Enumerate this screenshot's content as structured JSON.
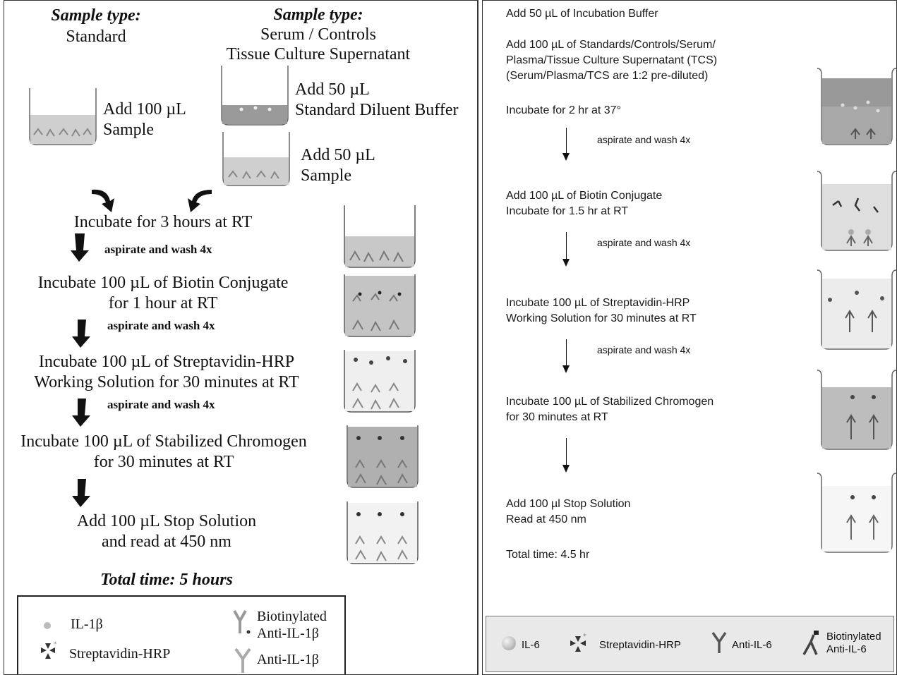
{
  "left_panel": {
    "header_standard": {
      "title": "Sample type:",
      "line1": "Standard"
    },
    "header_serum": {
      "title": "Sample type:",
      "line1": "Serum / Controls",
      "line2": "Tissue Culture Supernatant"
    },
    "add_100_sample": {
      "line1": "Add 100 µL",
      "line2": "Sample"
    },
    "add_50_buffer": {
      "line1": "Add 50 µL",
      "line2": "Standard Diluent Buffer"
    },
    "add_50_sample": {
      "line1": "Add 50 µL",
      "line2": "Sample"
    },
    "step1": {
      "line1": "Incubate for 3 hours at RT"
    },
    "wash1": "aspirate and wash 4x",
    "step2": {
      "line1": "Incubate 100 µL of Biotin Conjugate",
      "line2": "for 1 hour at RT"
    },
    "wash2": "aspirate and wash 4x",
    "step3": {
      "line1": "Incubate 100 µL of Streptavidin-HRP",
      "line2": "Working Solution for 30 minutes at RT"
    },
    "wash3": "aspirate and wash 4x",
    "step4": {
      "line1": "Incubate 100 µL of Stabilized Chromogen",
      "line2": "for 30 minutes at RT"
    },
    "step5": {
      "line1": "Add 100 µL Stop Solution",
      "line2": "and read at 450 nm"
    },
    "total_time": "Total time: 5 hours",
    "legend": {
      "il1b": "IL-1β",
      "strep": "Streptavidin-HRP",
      "biotinylated_line1": "Biotinylated",
      "biotinylated_line2": "Anti-IL-1β",
      "anti": "Anti-IL-1β"
    }
  },
  "right_panel": {
    "step_add_buffer": "Add 50 µL of Incubation Buffer",
    "step_add_standards": {
      "line1": "Add 100 µL of Standards/Controls/Serum/",
      "line2": "Plasma/Tissue Culture Supernatant (TCS)",
      "line3": "(Serum/Plasma/TCS are 1:2 pre-diluted)"
    },
    "step_incubate_2hr": "Incubate for 2 hr at 37°",
    "wash1": "aspirate and wash 4x",
    "step_biotin": {
      "line1": "Add 100 µL of Biotin Conjugate",
      "line2": "Incubate for 1.5 hr at RT"
    },
    "wash2": "aspirate and wash 4x",
    "step_strep": {
      "line1": "Incubate 100 µL of Streptavidin-HRP",
      "line2": "Working Solution for 30 minutes at RT"
    },
    "wash3": "aspirate and wash 4x",
    "step_chromogen": {
      "line1": "Incubate 100 µL of Stabilized Chromogen",
      "line2": "for 30 minutes at RT"
    },
    "step_stop": {
      "line1": "Add 100 µl Stop Solution",
      "line2": "Read at 450 nm"
    },
    "total_time": "Total time: 4.5 hr",
    "legend": {
      "il6": "IL-6",
      "strep": "Streptavidin-HRP",
      "anti": "Anti-IL-6",
      "biotinylated_line1": "Biotinylated",
      "biotinylated_line2": "Anti-IL-6"
    }
  }
}
